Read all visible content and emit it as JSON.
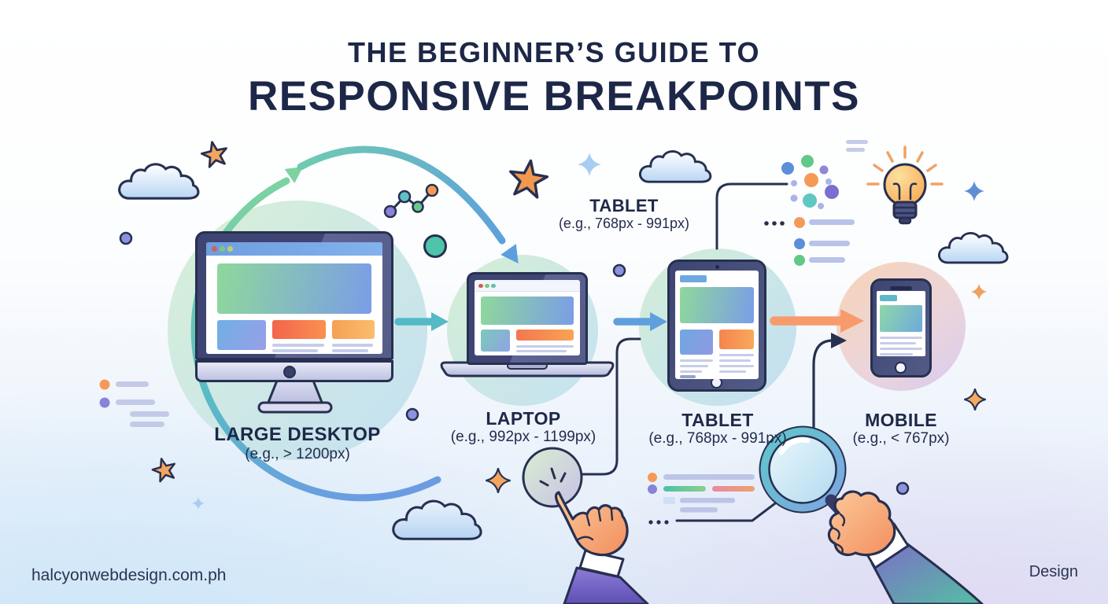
{
  "title": {
    "line1": "THE BEGINNER’S GUIDE TO",
    "line2": "RESPONSIVE BREAKPOINTS"
  },
  "devices": [
    {
      "name": "LARGE DESKTOP",
      "range": "(e.g., > 1200px)"
    },
    {
      "name": "LAPTOP",
      "range": "(e.g., 992px - 1199px)"
    },
    {
      "name": "TABLET",
      "range": "(e.g., 768px - 991px)"
    },
    {
      "name": "MOBILE",
      "range": "(e.g., < 767px)"
    }
  ],
  "tablet_callout": {
    "name": "TABLET",
    "range": "(e.g., 768px - 991px)"
  },
  "footer": {
    "site": "halcyonwebdesign.com.ph",
    "credit": "Design"
  },
  "icons": {
    "cloud-icon": "cloud shape",
    "star-icon": "5-point star ★",
    "sparkle-icon": "4-point sparkle ✦",
    "lightbulb-icon": "idea lightbulb",
    "magnifier-icon": "magnifying glass",
    "pointing-hand-icon": "hand tapping button",
    "holding-hand-icon": "hand holding magnifier",
    "flow-arrow-icon": "right arrow →",
    "cycle-arc-icon": "circular sweep arrow",
    "swoosh-arrow-icon": "curved down arrow",
    "scatter-dots-icon": "colored dot cluster",
    "line-chart-icon": "zigzag dot chart",
    "list-icon": "bulleted text lines",
    "ellipsis-icon": "..."
  },
  "colors": {
    "navy": "#273050",
    "title": "#1d2747",
    "green": "#7dd3a0",
    "teal": "#55b9c6",
    "blue": "#5f9fdd",
    "orange_arrow": "#f79b6d",
    "orange": "#f59a56",
    "purple": "#8a82d8",
    "lavender_line": "#c6cde9",
    "peach_circle": "#f7d4b6",
    "lavender_circle": "#d8cbee"
  }
}
